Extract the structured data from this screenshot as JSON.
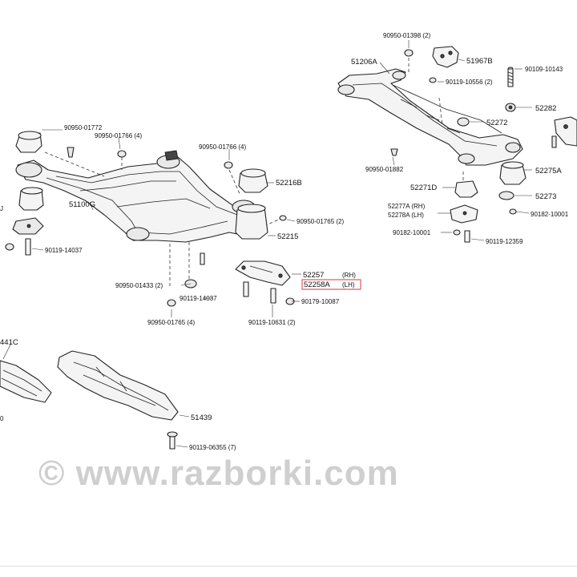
{
  "labels": {
    "p90950_01398": "90950-01398 (2)",
    "p51206A": "51206A",
    "p51967B": "51967B",
    "p90109_10143": "90109-10143",
    "p90119_10556": "90119-10556 (2)",
    "p52282": "52282",
    "p52272": "52272",
    "p90950_01882": "90950-01882",
    "p52275A": "52275A",
    "p52271D": "52271D",
    "p52273": "52273",
    "p52277A": "52277A (RH)",
    "p52278A": "52278A (LH)",
    "p90182_10001_r": "90182-10001",
    "p90182_10001": "90182-10001",
    "p90119_12359": "90119-12359",
    "p90950_01772": "90950-01772",
    "p90950_01766_a": "90950-01766 (4)",
    "p90950_01766_b": "90950-01766 (4)",
    "p52216B": "52216B",
    "p90950_01765_r": "90950-01765 (2)",
    "p52215": "52215",
    "p51100G": "51100G",
    "p90119_14037_l": "90119-14037",
    "p90119_14037": "90119-14037",
    "p52257": "52257",
    "p52257_side": "(RH)",
    "p52258A": "52258A",
    "p52258A_side": "(LH)",
    "p90950_01433": "90950-01433 (2)",
    "p90179_10087": "90179-10087",
    "p90950_01765_b": "90950-01765 (4)",
    "p90119_10631": "90119-10631 (2)",
    "p441C": "441C",
    "p51439": "51439",
    "p90119_06355": "90119-06355 (7)",
    "edge_j": "J",
    "edge_0": "0"
  },
  "watermark": "© www.razborki.com",
  "colors": {
    "highlight": "#d23b3b",
    "ink": "#222222",
    "watermark": "#cfcfcf"
  },
  "icons": [
    "copyright-icon"
  ]
}
